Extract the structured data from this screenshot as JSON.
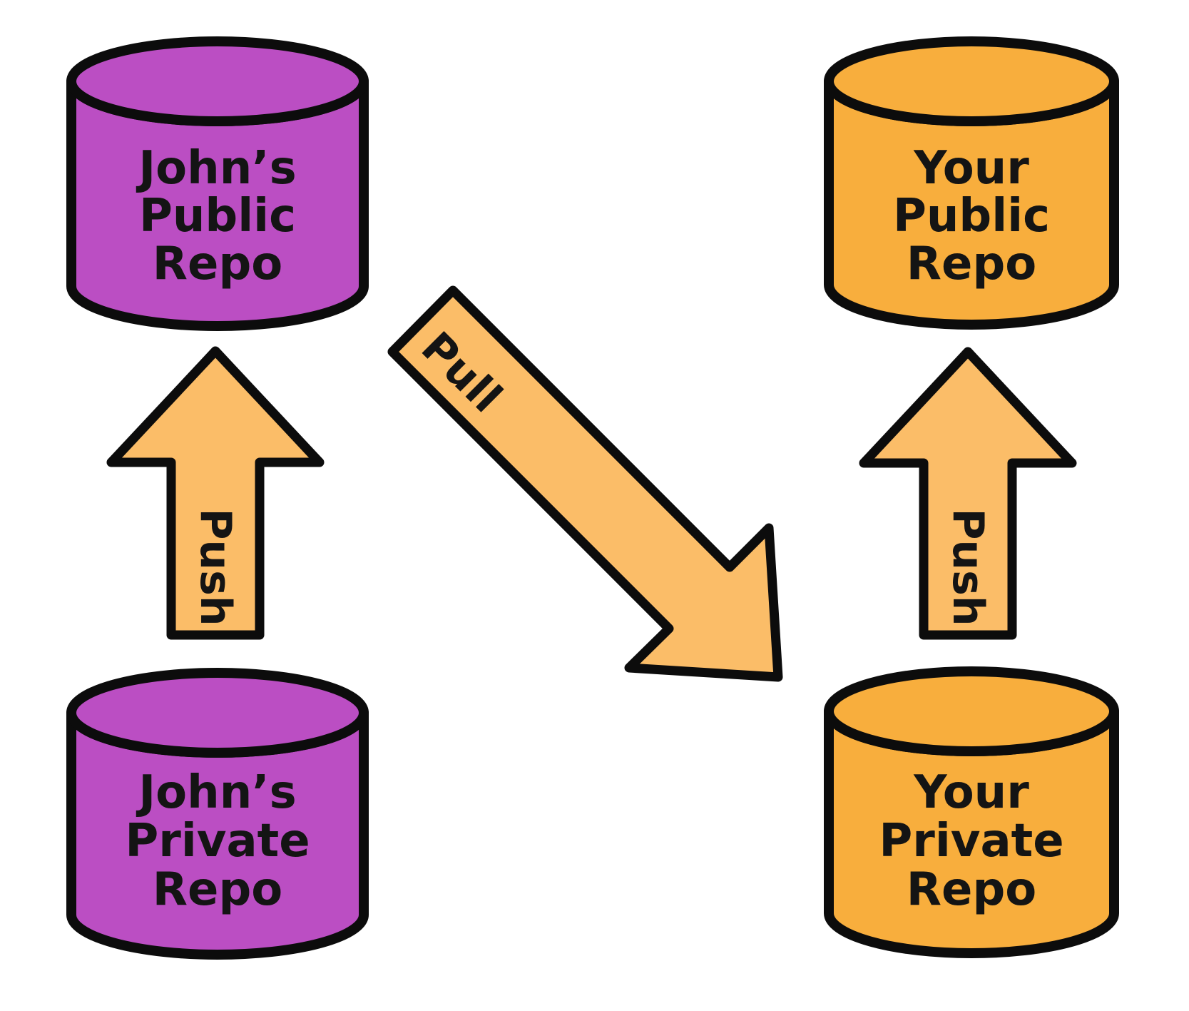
{
  "title": "Git public and private repository push pull diagram",
  "colors": {
    "background": "#ffffff",
    "node_purple": "#bb4ec3",
    "node_orange": "#f8ae3d",
    "arrow_orange": "#fbbd68",
    "outline": "#0c0c0c",
    "text": "#141414"
  },
  "nodes": {
    "johns_public": {
      "line1": "John’s",
      "line2": "Public",
      "line3": "Repo"
    },
    "your_public": {
      "line1": "Your",
      "line2": "Public",
      "line3": "Repo"
    },
    "johns_private": {
      "line1": "John’s",
      "line2": "Private",
      "line3": "Repo"
    },
    "your_private": {
      "line1": "Your",
      "line2": "Private",
      "line3": "Repo"
    }
  },
  "arrows": {
    "push_left": {
      "label": "Push"
    },
    "pull": {
      "label": "Pull"
    },
    "push_right": {
      "label": "Push"
    }
  }
}
